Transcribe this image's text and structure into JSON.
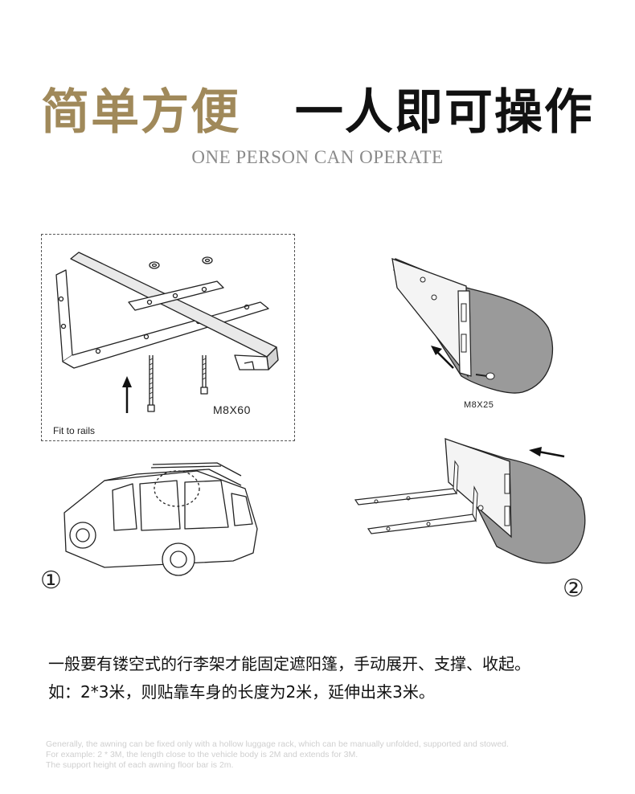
{
  "header": {
    "title_gold": "简单方便",
    "title_dark": "一人即可操作",
    "subtitle": "ONE PERSON CAN OPERATE"
  },
  "panel_bracket": {
    "bolt_label": "M8X60",
    "rails_label": "Fit to rails"
  },
  "panel_slide": {
    "bolt_label": "M8X25"
  },
  "steps": {
    "step1": "①",
    "step2": "②"
  },
  "description": {
    "line1": "一般要有镂空式的行李架才能固定遮阳篷，手动展开、支撑、收起。",
    "line2": "如：2*3米，则贴靠车身的长度为2米，延伸出来3米。"
  },
  "english_note": {
    "line1": "Generally, the awning can be fixed only with a hollow luggage rack, which can be manually unfolded, supported and stowed.",
    "line2": "For example: 2 * 3M, the length close to the vehicle body is 2M and extends for 3M.",
    "line3": "The support height of each awning floor bar is 2m."
  }
}
